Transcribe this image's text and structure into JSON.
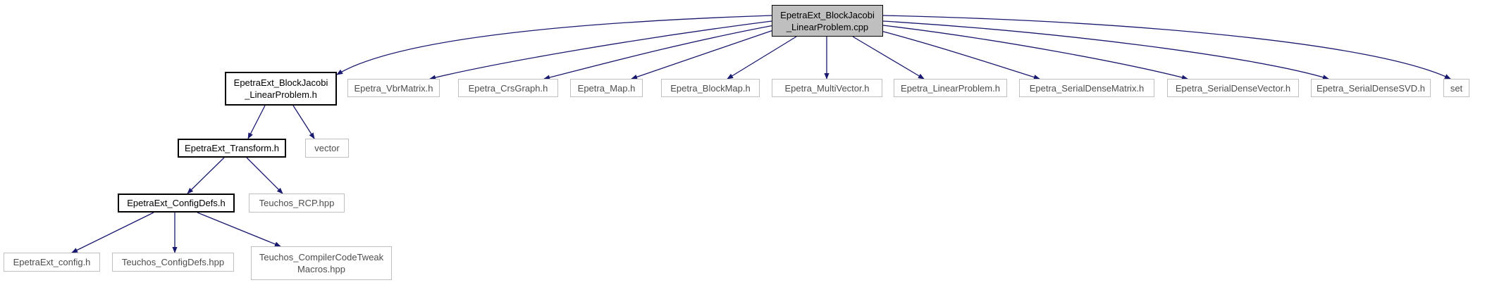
{
  "colors": {
    "edge": "#191970",
    "root_fill": "#bfbfbf",
    "external_border": "#bfbfbf",
    "local_border": "#000000"
  },
  "nodes": {
    "root": {
      "line1": "EpetraExt_BlockJacobi",
      "line2": "_LinearProblem.cpp"
    },
    "blockjacobi_h": {
      "line1": "EpetraExt_BlockJacobi",
      "line2": "_LinearProblem.h"
    },
    "vbrmatrix": "Epetra_VbrMatrix.h",
    "crsgraph": "Epetra_CrsGraph.h",
    "map": "Epetra_Map.h",
    "blockmap": "Epetra_BlockMap.h",
    "multivector": "Epetra_MultiVector.h",
    "linearproblem": "Epetra_LinearProblem.h",
    "serialdensematrix": "Epetra_SerialDenseMatrix.h",
    "serialdensevector": "Epetra_SerialDenseVector.h",
    "serialdensesvd": "Epetra_SerialDenseSVD.h",
    "set": "set",
    "transform": "EpetraExt_Transform.h",
    "vector": "vector",
    "configdefs": "EpetraExt_ConfigDefs.h",
    "rcp": "Teuchos_RCP.hpp",
    "config_h": "EpetraExt_config.h",
    "teuchos_configdefs": "Teuchos_ConfigDefs.hpp",
    "compilercodetweak": {
      "line1": "Teuchos_CompilerCodeTweak",
      "line2": "Macros.hpp"
    }
  }
}
